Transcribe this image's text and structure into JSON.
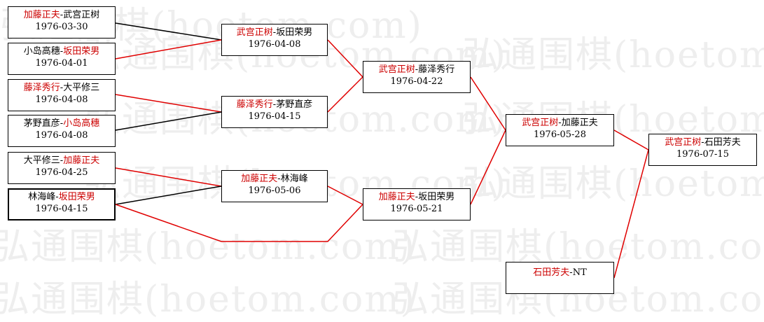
{
  "watermark_text": "弘通围棋(hoetom.com)",
  "colors": {
    "winner": "#cc0000",
    "loser": "#000000",
    "line_win": "#e00000",
    "line_lose": "#000000"
  },
  "matches": {
    "r1": [
      {
        "winner": "加藤正夫",
        "loser": "武宫正树",
        "date": "1976-03-30"
      },
      {
        "loser": "小岛高穗",
        "winner": "坂田荣男",
        "date": "1976-04-01"
      },
      {
        "winner": "藤泽秀行",
        "loser": "大平修三",
        "date": "1976-04-08"
      },
      {
        "loser": "茅野直彦",
        "winner": "小岛高穗",
        "date": "1976-04-08"
      },
      {
        "loser": "大平修三",
        "winner": "加藤正夫",
        "date": "1976-04-25"
      },
      {
        "loser": "林海峰",
        "winner": "坂田荣男",
        "date": "1976-04-15"
      }
    ],
    "r2": [
      {
        "winner": "武宫正树",
        "loser": "坂田荣男",
        "date": "1976-04-08"
      },
      {
        "winner": "藤泽秀行",
        "loser": "茅野直彦",
        "date": "1976-04-15"
      },
      {
        "winner": "加藤正夫",
        "loser": "林海峰",
        "date": "1976-05-06"
      }
    ],
    "r3": [
      {
        "winner": "武宫正树",
        "loser": "藤泽秀行",
        "date": "1976-04-22"
      },
      {
        "winner": "加藤正夫",
        "loser": "坂田荣男",
        "date": "1976-05-21"
      }
    ],
    "semi": {
      "winner": "武宫正树",
      "loser": "加藤正夫",
      "date": "1976-05-28"
    },
    "final": {
      "winner": "武宫正树",
      "loser": "石田芳夫",
      "date": "1976-07-15"
    },
    "seed": {
      "winner": "石田芳夫",
      "loser": "NT"
    }
  }
}
